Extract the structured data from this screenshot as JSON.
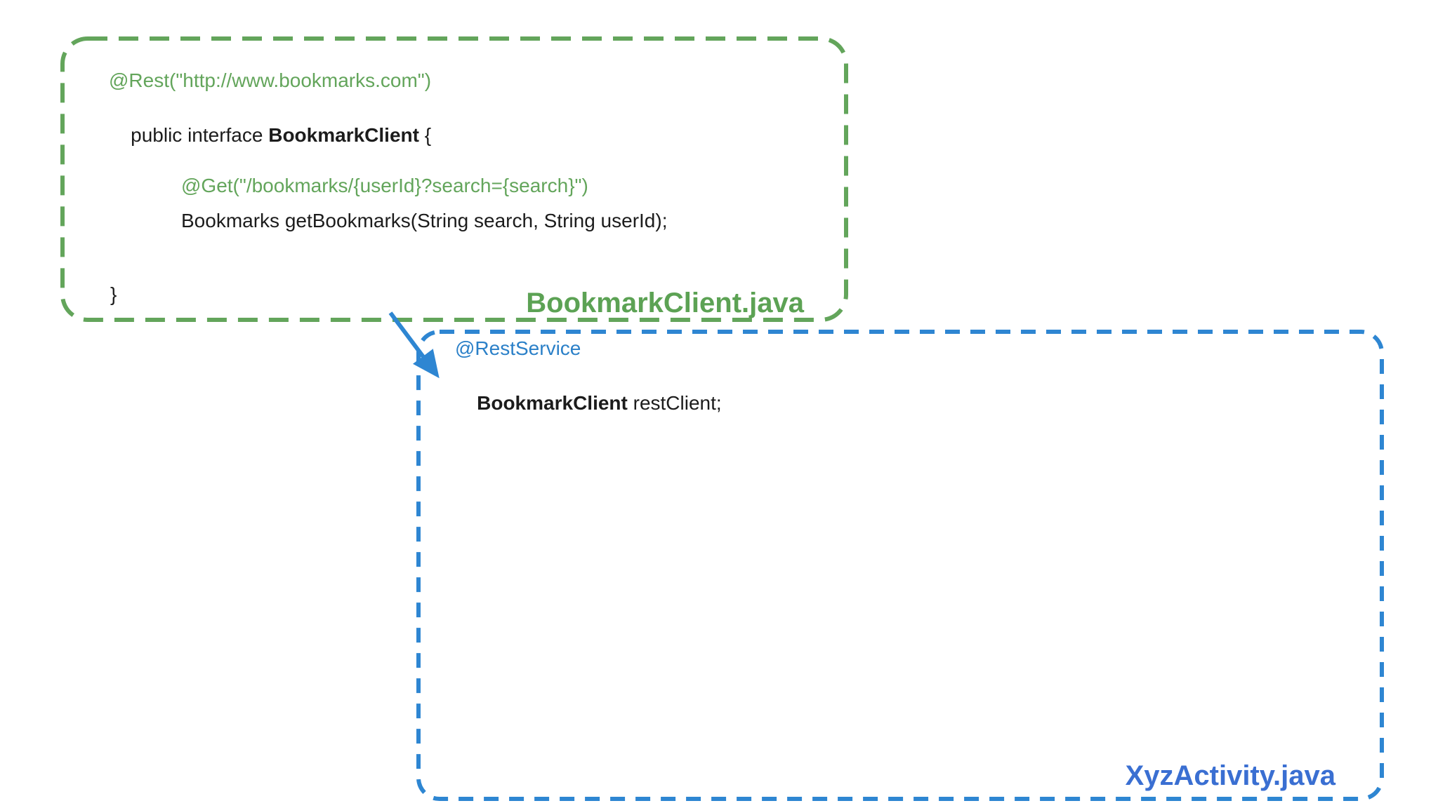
{
  "diagram": {
    "background_color": "#ffffff",
    "colors": {
      "green_accent": "#63a55b",
      "blue_border": "#2e86d2",
      "blue_annotation_text": "#2b80c8",
      "blue_label_text": "#3a6fd2",
      "code_text": "#1c1c1c",
      "arrow": "#2e86d2"
    },
    "bookmark_client_file": {
      "label": "BookmarkClient.java",
      "code": {
        "rest_annotation": "@Rest(\"http://www.bookmarks.com\")",
        "interface_decl_prefix": "public interface ",
        "interface_name": "BookmarkClient",
        "interface_decl_suffix": " {",
        "get_annotation": "@Get(\"/bookmarks/{userId}?search={search}\")",
        "method_signature": "Bookmarks getBookmarks(String search, String userId);",
        "closing_brace": "}"
      }
    },
    "xyz_activity_file": {
      "label": "XyzActivity.java",
      "code": {
        "service_annotation": "@RestService",
        "field_type": "BookmarkClient",
        "field_decl_suffix": " restClient;"
      }
    }
  }
}
